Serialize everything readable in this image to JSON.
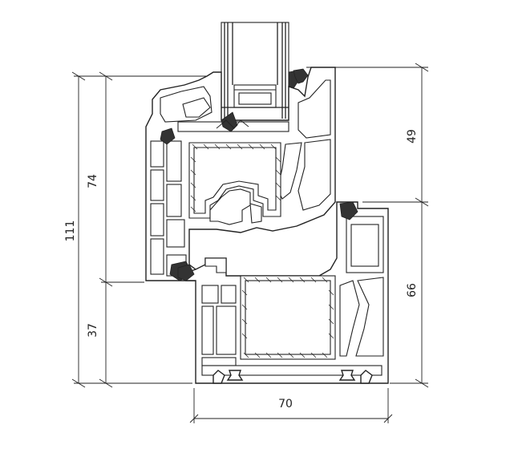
{
  "dimensions": {
    "total_height": "111",
    "sash_height": "74",
    "frame_visible": "37",
    "sash_upper": "49",
    "frame_lower": "66",
    "frame_depth": "70"
  }
}
